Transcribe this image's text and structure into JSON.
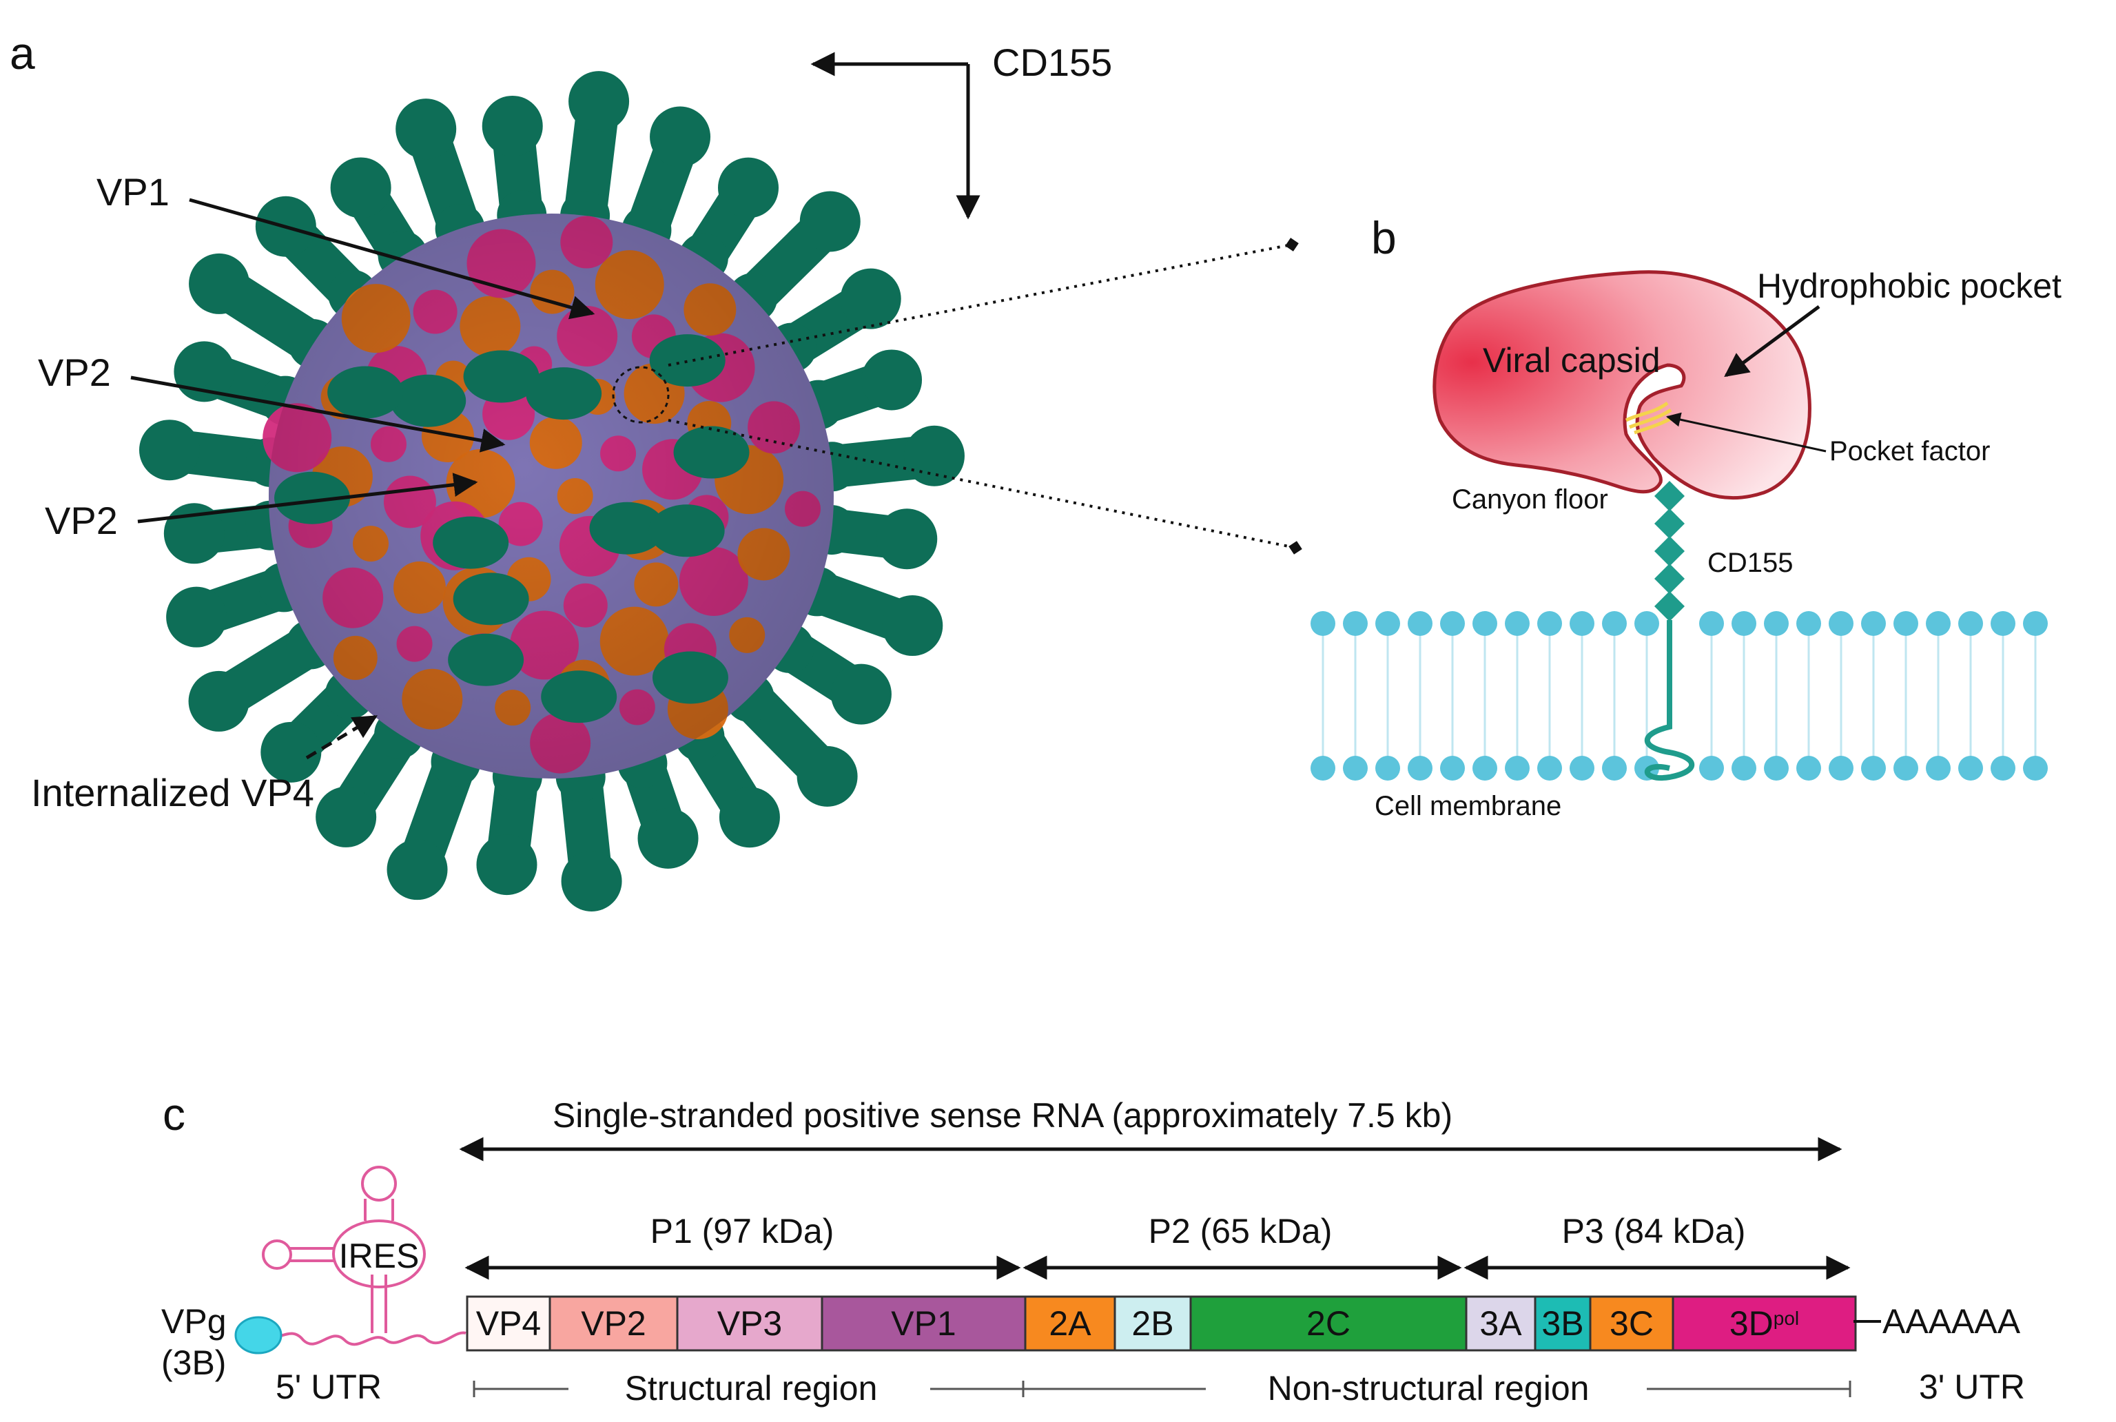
{
  "panels": {
    "a": {
      "letter": "a",
      "labels": {
        "cd155": "CD155",
        "vp1": "VP1",
        "vp2_upper": "VP2",
        "vp2_lower": "VP2",
        "internalized_vp4": "Internalized VP4"
      },
      "colors": {
        "receptor": "#0e6e57",
        "vp1": "#d86a12",
        "vp2": "#7e74b4",
        "vp3": "#d22a7c"
      }
    },
    "b": {
      "letter": "b",
      "labels": {
        "hydrophobic_pocket": "Hydrophobic pocket",
        "viral_capsid": "Viral capsid",
        "pocket_factor": "Pocket factor",
        "canyon_floor": "Canyon floor",
        "cd155": "CD155",
        "cell_membrane": "Cell membrane"
      },
      "colors": {
        "capsid": "#e8475c",
        "receptor": "#1f9c8c",
        "lipid_head": "#5cc4dc"
      }
    },
    "c": {
      "letter": "c",
      "rna_title": "Single-stranded positive sense RNA (approximately 7.5 kb)",
      "polyproteins": [
        {
          "label": "P1 (97 kDa)"
        },
        {
          "label": "P2 (65 kDa)"
        },
        {
          "label": "P3 (84 kDa)"
        }
      ],
      "segments": [
        {
          "label": "VP4",
          "color": "#fff6f4"
        },
        {
          "label": "VP2",
          "color": "#f8a6a0"
        },
        {
          "label": "VP3",
          "color": "#e6a8cc"
        },
        {
          "label": "VP1",
          "color": "#a8579c"
        },
        {
          "label": "2A",
          "color": "#f7891f"
        },
        {
          "label": "2B",
          "color": "#cdeef0"
        },
        {
          "label": "2C",
          "color": "#1fa03c"
        },
        {
          "label": "3A",
          "color": "#dcd6ea"
        },
        {
          "label": "3B",
          "color": "#1dbcb4"
        },
        {
          "label": "3C",
          "color": "#f7891f"
        },
        {
          "label": "3D",
          "sup": "pol",
          "color": "#de1d82"
        }
      ],
      "ires": "IRES",
      "vpg_line1": "VPg",
      "vpg_line2": "(3B)",
      "utr5": "5' UTR",
      "utr3": "3' UTR",
      "poly_a": "AAAAAA",
      "structural_region": "Structural region",
      "nonstructural_region": "Non-structural region",
      "colors": {
        "ires": "#e05a9c",
        "vpg": "#44d6e8"
      }
    }
  }
}
